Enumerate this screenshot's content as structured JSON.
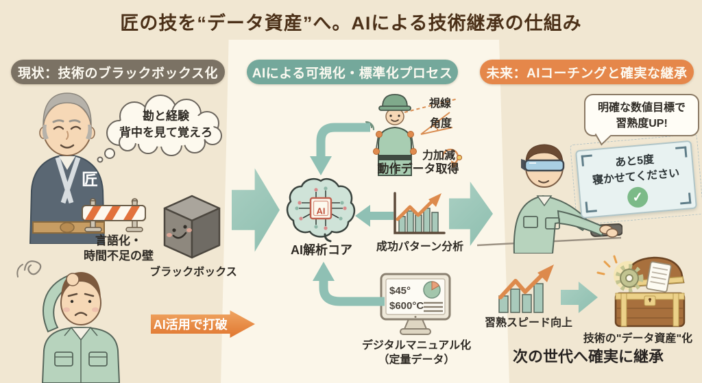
{
  "title": "匠の技を“データ資産”へ。AIによる技術継承の仕組み",
  "colors": {
    "background": "#f1e7d2",
    "panel": "#fbf6e9",
    "badge_current": "#7b7264",
    "badge_process": "#74a89b",
    "badge_future": "#e5874a",
    "arrow_teal": "#9cc6b9",
    "arrow_orange": "#e0762f",
    "title_brown": "#4b3018",
    "text_dark": "#2e2a24",
    "check_green": "#7cba88"
  },
  "icons": {
    "check_mark": "✓"
  },
  "sections": {
    "current": {
      "badge": "現状：技術のブラックボックス化",
      "thought": [
        "勘と経験",
        "背中を見て覚えろ"
      ],
      "master_mark": "匠",
      "barrier": [
        "言語化・",
        "時間不足の壁"
      ],
      "blackbox": "ブラックボックス",
      "breakthrough": "AI活用で打破"
    },
    "process": {
      "badge": "AIによる可視化・標準化プロセス",
      "sensors": [
        "視線",
        "角度",
        "力加減"
      ],
      "motion": "動作データ取得",
      "ai_chip": "AI",
      "ai_core": "AI解析コア",
      "pattern": "成功パターン分析",
      "monitor": [
        "$45°",
        "$600°C"
      ],
      "manual": [
        "デジタルマニュアル化",
        "（定量データ）"
      ]
    },
    "future": {
      "badge": "未来：AIコーチングと確実な継承",
      "speech": [
        "明確な数値目標で",
        "習熟度UP!"
      ],
      "ar": [
        "あと5度",
        "寝かせてください"
      ],
      "speed": "習熟スピード向上",
      "asset": "技術の\"データ資産\"化",
      "legacy": "次の世代へ確実に継承"
    }
  }
}
